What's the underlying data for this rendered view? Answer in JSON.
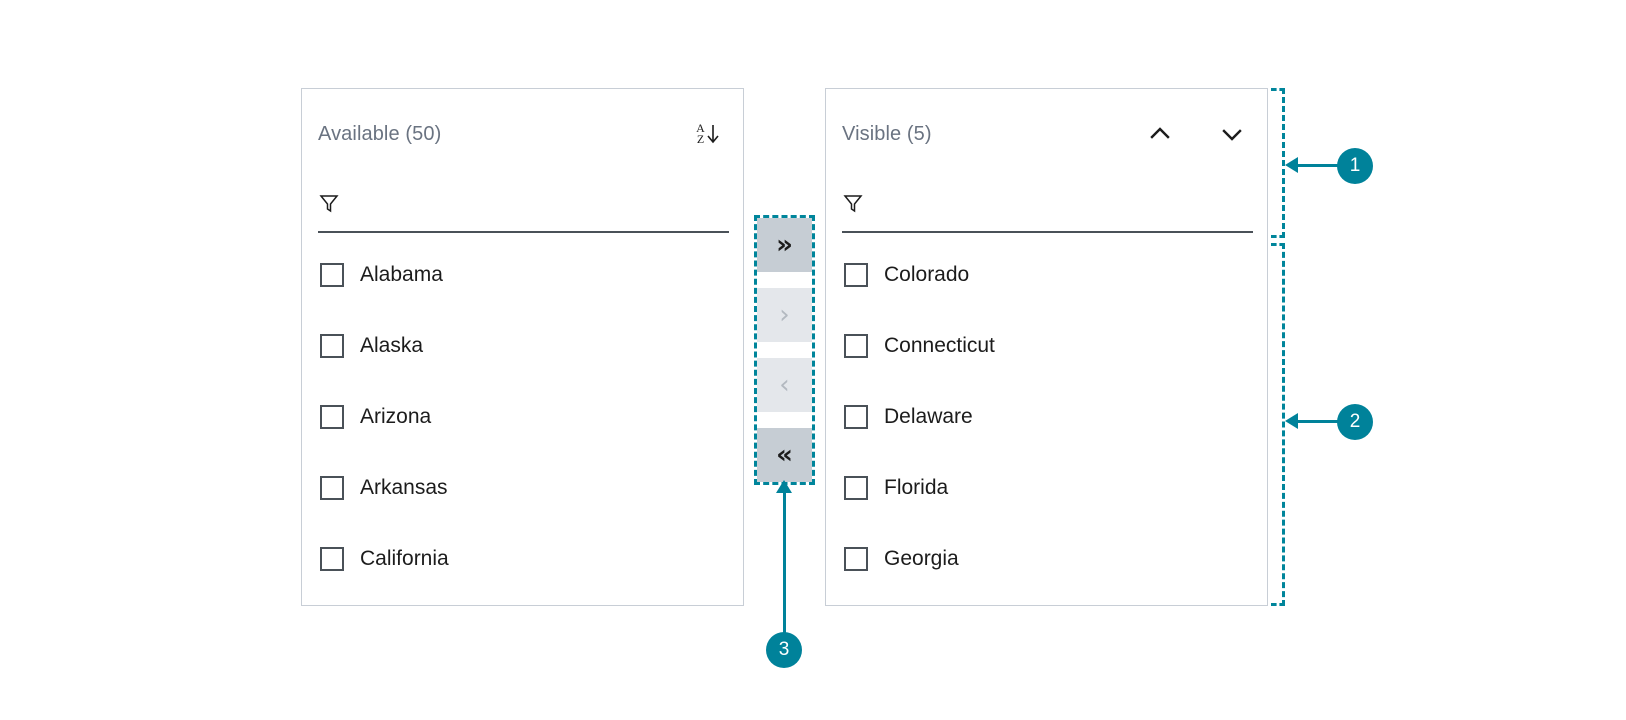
{
  "colors": {
    "accent": "#00829a",
    "annotation_dash": "#00859b",
    "panel_border": "#c8ced6",
    "title_text": "#6a7381",
    "item_text": "#1c1c1c",
    "button_enabled_bg": "#c6cdd4",
    "button_disabled_bg": "#e4e7eb",
    "button_disabled_fg": "#b3b9c0",
    "input_underline": "#4a5158"
  },
  "available_panel": {
    "title": "Available (50)",
    "count": 50,
    "sort_icon": {
      "name": "sort-az-descending-icon",
      "top_letter": "A",
      "bottom_letter": "Z",
      "arrow": "↓"
    },
    "filter": {
      "icon": "filter-funnel-icon",
      "value": "",
      "placeholder": ""
    },
    "items": [
      {
        "label": "Alabama",
        "checked": false
      },
      {
        "label": "Alaska",
        "checked": false
      },
      {
        "label": "Arizona",
        "checked": false
      },
      {
        "label": "Arkansas",
        "checked": false
      },
      {
        "label": "California",
        "checked": false
      }
    ]
  },
  "visible_panel": {
    "title": "Visible (5)",
    "count": 5,
    "move_up_icon": "chevron-up-icon",
    "move_down_icon": "chevron-down-icon",
    "filter": {
      "icon": "filter-funnel-icon",
      "value": "",
      "placeholder": ""
    },
    "items": [
      {
        "label": "Colorado",
        "checked": false
      },
      {
        "label": "Connecticut",
        "checked": false
      },
      {
        "label": "Delaware",
        "checked": false
      },
      {
        "label": "Florida",
        "checked": false
      },
      {
        "label": "Georgia",
        "checked": false
      }
    ]
  },
  "transfer_buttons": [
    {
      "name": "move-all-right-button",
      "glyph": "»",
      "state": "enabled"
    },
    {
      "name": "move-right-button",
      "glyph": "›",
      "state": "disabled"
    },
    {
      "name": "move-left-button",
      "glyph": "‹",
      "state": "disabled"
    },
    {
      "name": "move-all-left-button",
      "glyph": "«",
      "state": "enabled"
    }
  ],
  "callouts": [
    {
      "number": "1"
    },
    {
      "number": "2"
    },
    {
      "number": "3"
    }
  ]
}
